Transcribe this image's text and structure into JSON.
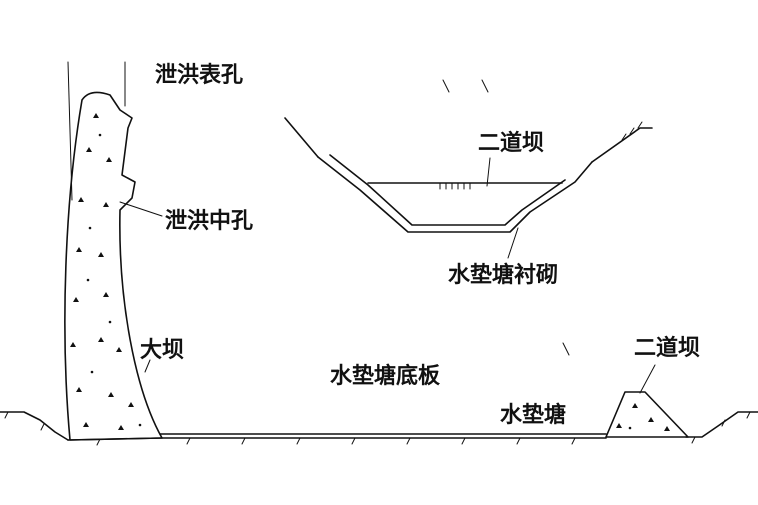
{
  "labels": {
    "spillway_surface_outlet": "泄洪表孔",
    "spillway_middle_outlet": "泄洪中孔",
    "main_dam": "大坝",
    "second_dam_top": "二道坝",
    "plunge_pool_lining": "水垫塘衬砌",
    "second_dam_right": "二道坝",
    "plunge_pool_slab": "水垫塘底板",
    "plunge_pool": "水垫塘"
  },
  "colors": {
    "line": "#111111",
    "background": "#ffffff"
  }
}
